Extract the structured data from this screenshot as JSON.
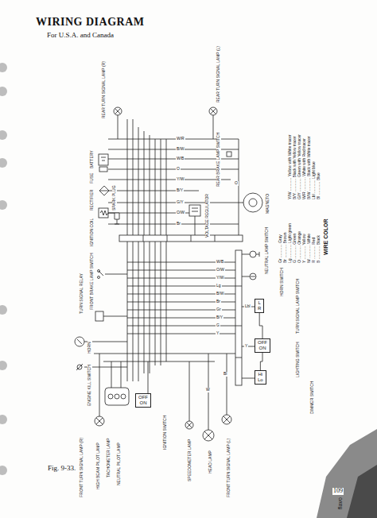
{
  "diagram": {
    "title": "WIRING DIAGRAM",
    "caption": "Fig. 9-33.",
    "nodes": [
      {
        "text": [
          "L",
          "R"
        ]
      },
      {
        "text": [
          "OFF",
          "ON"
        ]
      },
      {
        "text": [
          "Hi",
          "Lo"
        ]
      },
      {
        "text": [
          "OFF",
          "ON"
        ]
      }
    ],
    "edges": [
      {
        "from": 0,
        "to": 1,
        "arrow": "none"
      },
      {
        "from": 1,
        "to": 2,
        "arrow": "none"
      }
    ],
    "labels": [
      "For U.S.A. and Canada",
      "REAR TURN SIGNAL LAMP (R)",
      "BATTERY",
      "FUSE",
      "RECTIFIER",
      "IGNITION COIL",
      "SPARK PLUG",
      "FRONT BRAKE LAMP SWITCH",
      "TURN SIGNAL RELAY",
      "HORN",
      "ENGINE KILL SWITCH",
      "REAR TURN SIGNAL LAMP (L)",
      "REAR BRAKE LAMP SWITCH",
      "VOLTAGE REGULATOR",
      "MAGNETO",
      "NEUTRAL LAMP SWITCH",
      "HORN SWITCH",
      "TURN SIGNAL LAMP SWITCH",
      "LIGHTING SWITCH",
      "DIMMER SWITCH",
      "FRONT TURN SIGNAL LAMP (R)",
      "HIGH BEAM PILOT LAMP",
      "TACHOMETER LAMP",
      "NEUTRAL PILOT LAMP",
      "IGNITION SWITCH",
      "SPEEDOMETER LAMP",
      "HEAD LAMP",
      "FRONT TURN SIGNAL LAMP (L)",
      "WIRE COLOR",
      "B ............ Black",
      "R ............ Red",
      "W ............ White",
      "Y ............ Yellow",
      "O ............ Orange",
      "G ............ Green",
      "Lg ............ Light green",
      "Br ............ Brown",
      "Gr ............ Gray",
      "Bl ............ Blue",
      "Lbl ............ Light blue",
      "B/W ............ Black with White tracer",
      "W/R ............ White with Red tracer",
      "G/Y ............ Green with Yellow tracer",
      "B/Y ............ Black with Yellow tracer",
      "Y/W ............ Yellow with White tracer",
      "109",
      "flavo",
      "W/R",
      "B/W",
      "W/B",
      "O",
      "Y/W",
      "B/Y",
      "G/Y",
      "O/W",
      "Br",
      "W/B",
      "O/W",
      "Y/W",
      "Lg",
      "B/W",
      "Br",
      "Gr",
      "B/Y",
      "G",
      "Y",
      "Bl",
      "W",
      "Lbl",
      "Y",
      "O"
    ]
  }
}
